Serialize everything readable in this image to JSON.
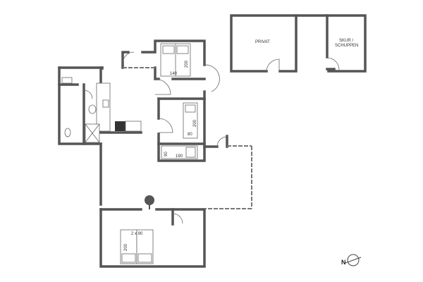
{
  "outbuilding": {
    "room_private": "PRIVAT",
    "room_shed_line1": "SKUR /",
    "room_shed_line2": "SCHUPPEN"
  },
  "bedroom_1": {
    "bed_width": "140",
    "bed_length": "200"
  },
  "bedroom_2": {
    "bed_width": "80",
    "bed_length": "200",
    "bunk_width": "90",
    "bunk_length": "190"
  },
  "bedroom_3": {
    "bed_size": "2 x 90",
    "bed_length": "200"
  },
  "compass": {
    "label": "N",
    "icon": "north-arrow-icon"
  },
  "colors": {
    "wall": "#555555",
    "line": "#888888"
  }
}
